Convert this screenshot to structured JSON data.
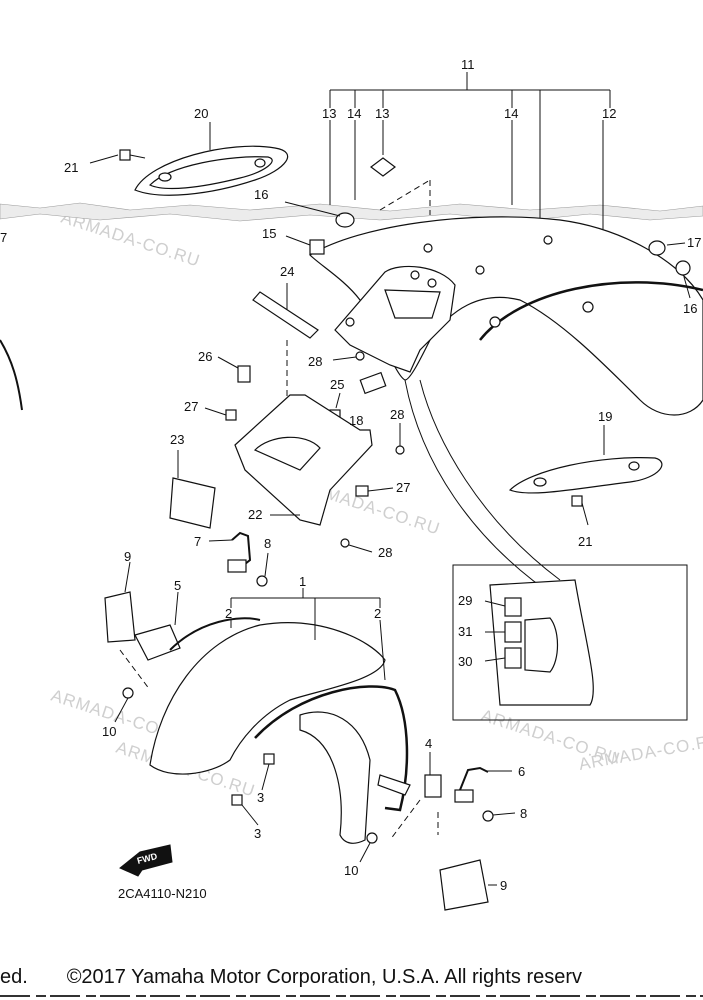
{
  "diagram": {
    "code": "2CA4110-N210",
    "fwd_label": "FWD",
    "copyright": "ed.       ©2017 Yamaha Motor Corporation, U.S.A. All rights reserv",
    "watermarks": [
      "ARMADA-CO.RU",
      "ARMADA-CO.RU",
      "ARMADA-CO.RU",
      "ARMADA-CO.RU",
      "ARMADA-CO.RU",
      "ARMADA-CO.RU",
      "ARMADA-CO.RU"
    ],
    "callouts": [
      "11",
      "13",
      "14",
      "13",
      "14",
      "12",
      "20",
      "21",
      "16",
      "15",
      "17",
      "24",
      "16",
      "28",
      "26",
      "25",
      "27",
      "18",
      "28",
      "19",
      "23",
      "27",
      "22",
      "21",
      "7",
      "8",
      "28",
      "9",
      "5",
      "1",
      "2",
      "2",
      "29",
      "31",
      "30",
      "10",
      "4",
      "6",
      "3",
      "8",
      "3",
      "10",
      "9",
      "7"
    ]
  }
}
